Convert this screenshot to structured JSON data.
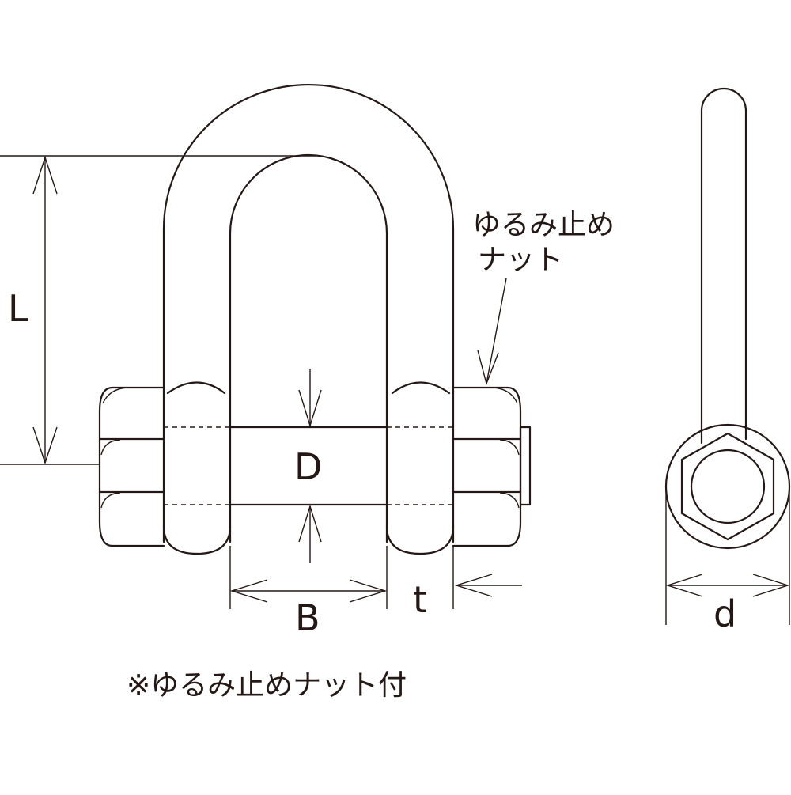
{
  "labels": {
    "L": "L",
    "D": "D",
    "B": "B",
    "t": "t",
    "d": "d"
  },
  "callout": {
    "line1": "ゆるみ止め",
    "line2": "ナット"
  },
  "note": "※ゆるみ止めナット付",
  "colors": {
    "line": "#231815",
    "background": "#ffffff"
  }
}
